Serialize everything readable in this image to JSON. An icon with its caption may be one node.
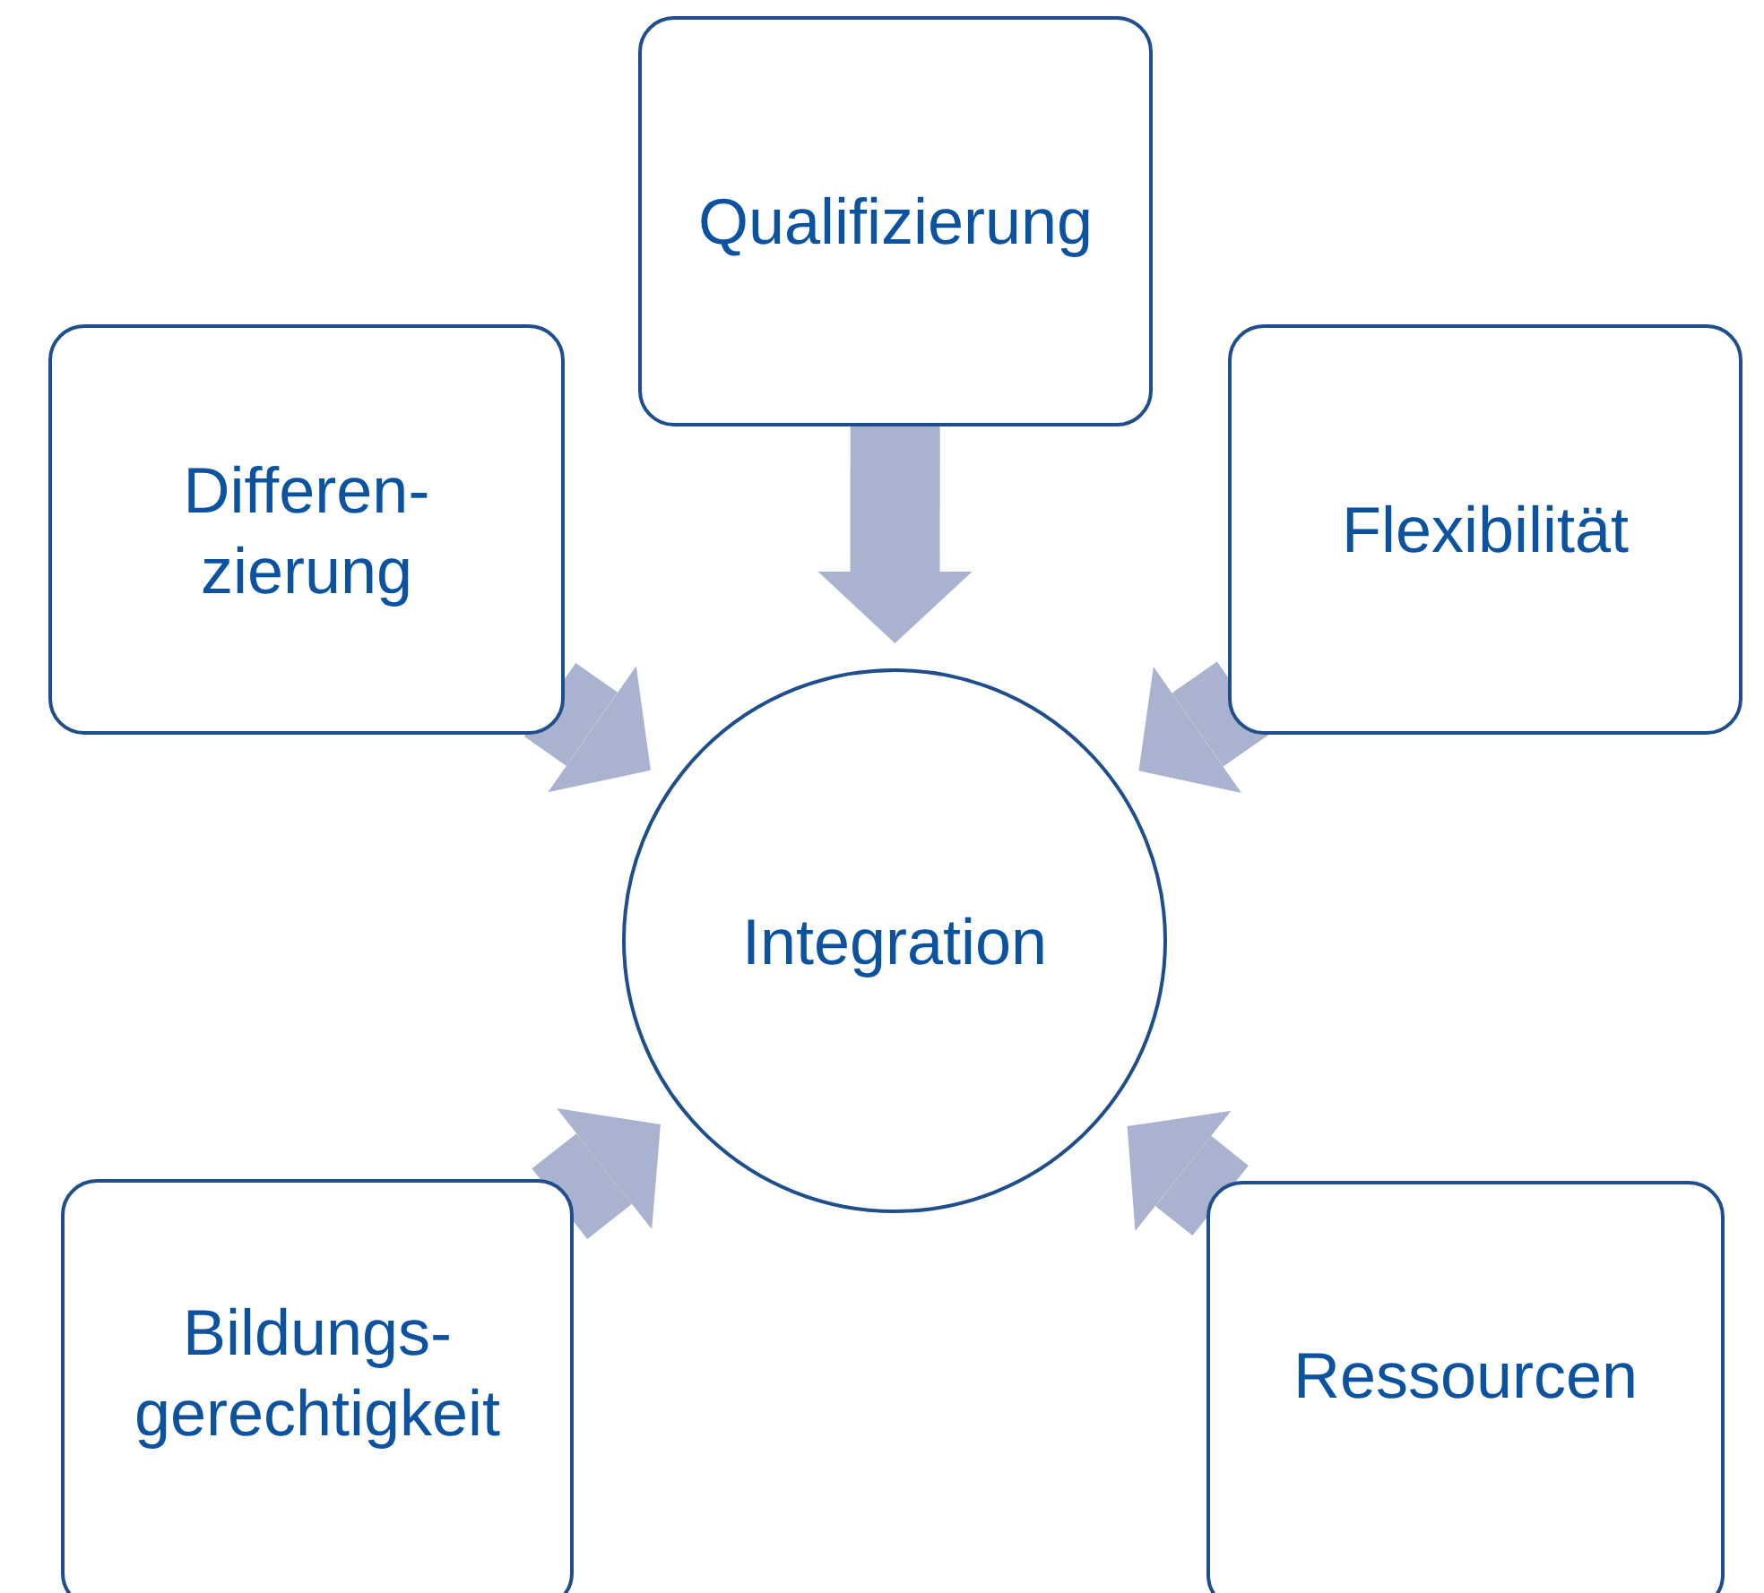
{
  "diagram": {
    "nodes": [
      {
        "text": [
          "Qualifizierung"
        ]
      },
      {
        "text": [
          "Differen- zierung"
        ]
      },
      {
        "text": [
          "Flexibilität"
        ]
      },
      {
        "text": [
          "Integration"
        ]
      },
      {
        "text": [
          "Bildungs- gerechtigkeit"
        ]
      },
      {
        "text": [
          "Ressourcen"
        ]
      }
    ],
    "edges": [
      {
        "from": 0,
        "to": 3,
        "arrow": "to"
      },
      {
        "from": 1,
        "to": 3,
        "arrow": "to"
      },
      {
        "from": 2,
        "to": 3,
        "arrow": "to"
      },
      {
        "from": 4,
        "to": 3,
        "arrow": "to"
      },
      {
        "from": 5,
        "to": 3,
        "arrow": "to"
      }
    ]
  }
}
